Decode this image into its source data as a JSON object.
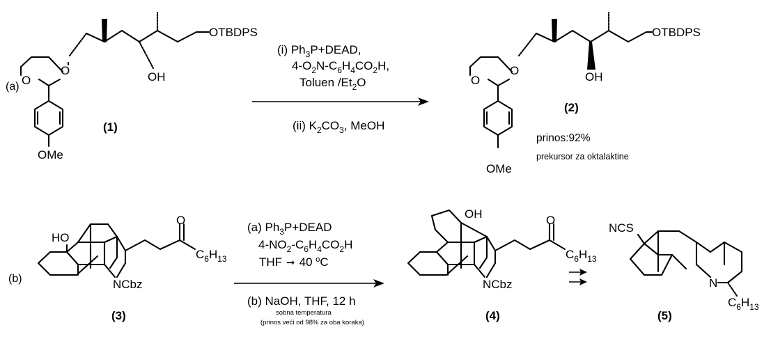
{
  "row_a": {
    "label": "(a)",
    "compound1": "(1)",
    "compound2": "(2)",
    "otbdps": "OTBDPS",
    "oh": "OH",
    "o": "O",
    "ome": "OMe",
    "cond1": "(i) Ph",
    "cond1_sub": "3",
    "cond1_rest": "P+DEAD,",
    "cond2_a": "4-O",
    "cond2_sub1": "2",
    "cond2_b": "N-C",
    "cond2_sub2": "6",
    "cond2_c": "H",
    "cond2_sub3": "4",
    "cond2_d": "CO",
    "cond2_sub4": "2",
    "cond2_e": "H,",
    "cond3_a": "Toluen /Et",
    "cond3_sub": "2",
    "cond3_b": "O",
    "cond4_a": "(ii) K",
    "cond4_sub1": "2",
    "cond4_b": "CO",
    "cond4_sub2": "3",
    "cond4_c": ", MeOH",
    "yield": "prinos:92%",
    "note": "prekursor za oktalaktine"
  },
  "row_b": {
    "label": "(b)",
    "compound3": "(3)",
    "compound4": "(4)",
    "compound5": "(5)",
    "ho": "HO",
    "oh": "OH",
    "o": "O",
    "ncbz": "NCbz",
    "ncs": "NCS",
    "n": "N",
    "c6": "C",
    "c6_sub1": "6",
    "c6_h": "H",
    "c6_sub2": "13",
    "cond1_a": "(a) Ph",
    "cond1_sub": "3",
    "cond1_b": "P+DEAD",
    "cond2_a": "4-NO",
    "cond2_sub1": "2",
    "cond2_b": "-C",
    "cond2_sub2": "6",
    "cond2_c": "H",
    "cond2_sub3": "4",
    "cond2_d": "CO",
    "cond2_sub4": "2",
    "cond2_e": "H",
    "cond3_a": "THF",
    "cond3_arrow": "➞",
    "cond3_b": "40 ",
    "cond3_sup": "o",
    "cond3_c": "C",
    "cond4": "(b) NaOH, THF, 12 h",
    "cond5": "sobna temperatura",
    "cond6": "(prinos veći od 98% za oba koraka)"
  }
}
